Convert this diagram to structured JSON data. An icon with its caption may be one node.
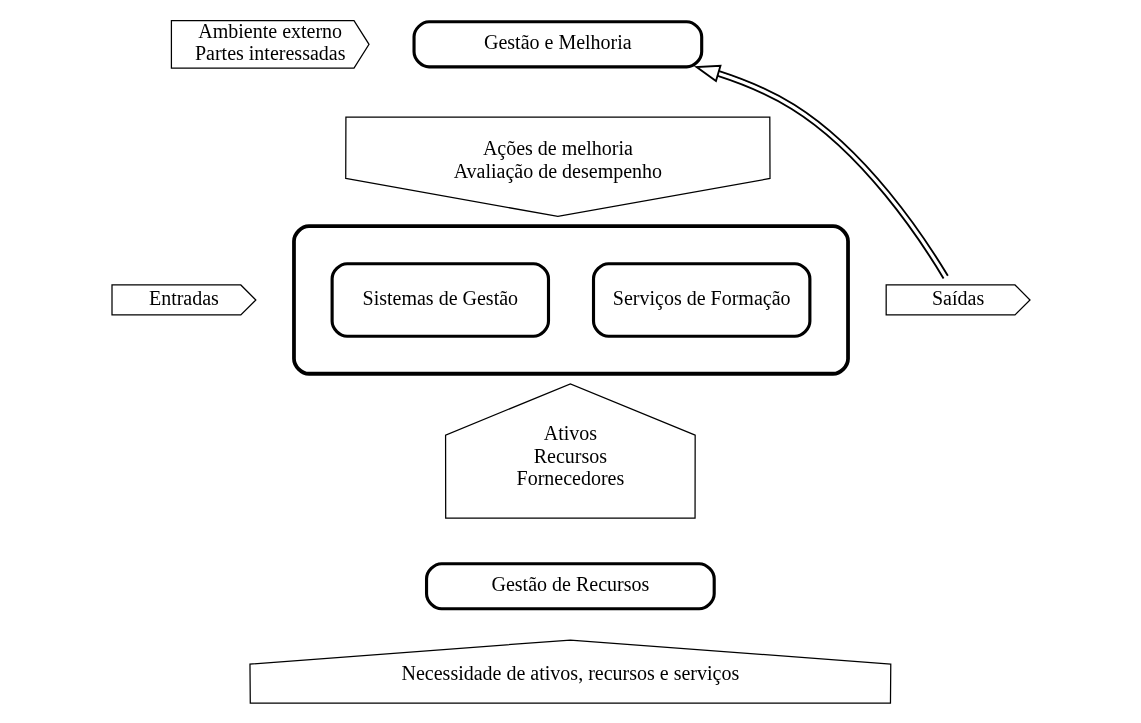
{
  "diagram": {
    "nodes": [
      {
        "text": [
          "Ambiente externo",
          "Partes interessadas"
        ]
      },
      {
        "text": [
          "Gestão e Melhoria"
        ]
      },
      {
        "text": [
          "Ações de melhoria",
          "Avaliação de desempenho"
        ]
      },
      {
        "text": [
          "Entradas"
        ]
      },
      {
        "text": [],
        "shape": "box"
      },
      {
        "text": [
          "Sistemas de Gestão"
        ],
        "in": 4
      },
      {
        "text": [
          "Serviços de Formação"
        ],
        "in": 4
      },
      {
        "text": [
          "Saídas"
        ]
      },
      {
        "text": [
          "Ativos",
          "Recursos",
          "Fornecedores"
        ]
      },
      {
        "text": [
          "Gestão de Recursos"
        ]
      },
      {
        "text": [
          "Necessidade de ativos, recursos e serviços"
        ]
      }
    ],
    "edges": [
      {
        "from": 7,
        "to": 1,
        "arrow": "to"
      }
    ]
  }
}
